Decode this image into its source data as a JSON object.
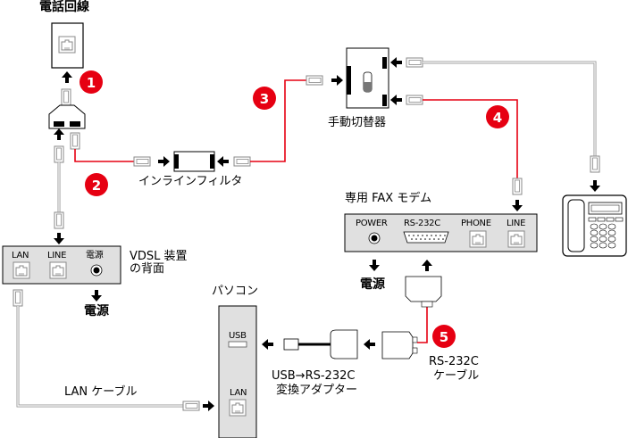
{
  "colors": {
    "accent_red": "#e60012",
    "panel_gray": "#e0e0e0",
    "cable_gray": "#9a9a9a",
    "line_black": "#000000"
  },
  "labels": {
    "phone_line": "電話回線",
    "inline_filter": "インラインフィルタ",
    "manual_switch": "手動切替器",
    "fax_modem_title": "専用 FAX モデム",
    "vdsl_back_line1": "VDSL 装置",
    "vdsl_back_line2": "の背面",
    "power_vdsl": "電源",
    "power_modem": "電源",
    "pc": "パソコン",
    "lan_cable": "LAN ケーブル",
    "adapter_line1": "USB→RS-232C",
    "adapter_line2": "変換アダプター",
    "rs232c_cable_line1": "RS-232C",
    "rs232c_cable_line2": "ケーブル"
  },
  "vdsl_ports": [
    "LAN",
    "LINE",
    "電源"
  ],
  "modem_ports": [
    "POWER",
    "RS-232C",
    "PHONE",
    "LINE"
  ],
  "pc_ports": [
    "USB",
    "LAN"
  ],
  "badges": [
    "1",
    "2",
    "3",
    "4",
    "5"
  ],
  "icons": {
    "arrow": "arrow-icon",
    "telephone": "telephone-icon",
    "rj11_jack": "modular-jack-icon",
    "rj11_plug": "modular-plug-icon",
    "db25": "serial-port-icon",
    "power_jack": "power-jack-icon"
  }
}
